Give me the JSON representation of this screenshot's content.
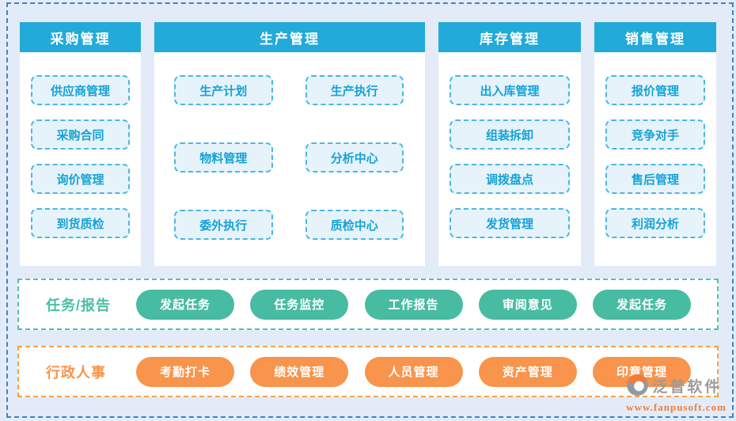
{
  "page": {
    "background_color": "#e2ebf7",
    "border_color": "#3f83c6"
  },
  "modules": [
    {
      "title": "采购管理",
      "layout": "single",
      "items": [
        "供应商管理",
        "采购合同",
        "询价管理",
        "到货质检"
      ]
    },
    {
      "title": "生产管理",
      "layout": "double",
      "items": [
        "生产计划",
        "生产执行",
        "物料管理",
        "分析中心",
        "委外执行",
        "质检中心"
      ]
    },
    {
      "title": "库存管理",
      "layout": "single",
      "items": [
        "出入库管理",
        "组装拆卸",
        "调拨盘点",
        "发货管理"
      ]
    },
    {
      "title": "销售管理",
      "layout": "single",
      "items": [
        "报价管理",
        "竞争对手",
        "售后管理",
        "利润分析"
      ]
    }
  ],
  "module_style": {
    "header_color": "#22aad8",
    "item_border_color": "#4cb7e0",
    "item_bg_color": "#e6f3fb",
    "item_text_color": "#16a2d6"
  },
  "task_band": {
    "label": "任务/报告",
    "accent_color": "#47bca2",
    "buttons": [
      "发起任务",
      "任务监控",
      "工作报告",
      "审阅意见",
      "发起任务"
    ]
  },
  "hr_band": {
    "label": "行政人事",
    "accent_color": "#f8944b",
    "buttons": [
      "考勤打卡",
      "绩效管理",
      "人员管理",
      "资产管理",
      "印章管理"
    ]
  },
  "watermark": {
    "logo_icon": "fanpu-logo",
    "name": "泛普软件",
    "url": "www.fanpusoft.com"
  }
}
